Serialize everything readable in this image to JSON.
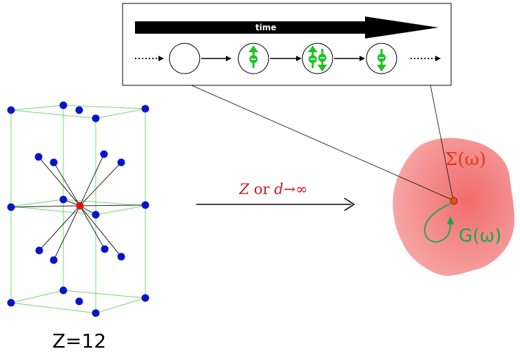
{
  "timeline": {
    "label": "time",
    "states": [
      "empty",
      "spin-up",
      "double",
      "spin-down"
    ]
  },
  "lattice": {
    "coordination_label": "Z=12"
  },
  "limit": {
    "Z": "Z",
    "or": " or ",
    "d": "d",
    "arrow_inf": "→∞"
  },
  "impurity": {
    "self_energy": "Σ(ω)",
    "greens_function": "G(ω)"
  },
  "colors": {
    "site_blue": "#0a14c8",
    "center_red": "#e01010",
    "cell_green": "#6cd86c",
    "electron_green": "#22c222",
    "bath_pink": "#f47f7f",
    "self_energy_red": "#e03a1a",
    "greens_green": "#1aa84a",
    "limit_red": "#d01818"
  }
}
